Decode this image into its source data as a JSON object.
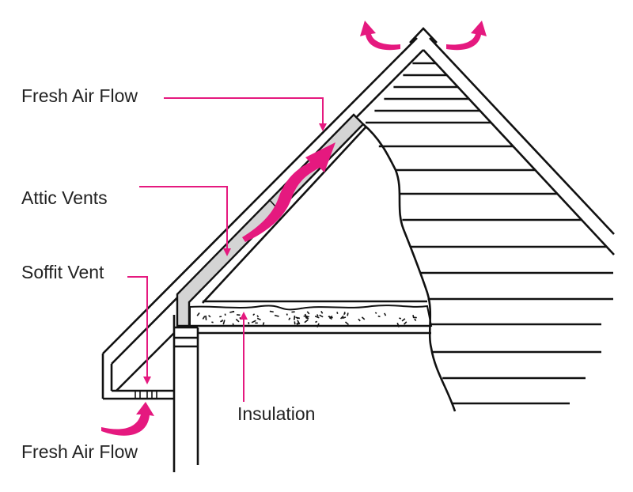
{
  "labels": {
    "fresh_air_top": "Fresh Air Flow",
    "attic_vents": "Attic Vents",
    "soffit_vent": "Soffit Vent",
    "insulation": "Insulation",
    "fresh_air_bottom": "Fresh Air Flow"
  },
  "colors": {
    "accent": "#e5197f",
    "line": "#111111",
    "vent_fill": "#d4d4d4"
  }
}
